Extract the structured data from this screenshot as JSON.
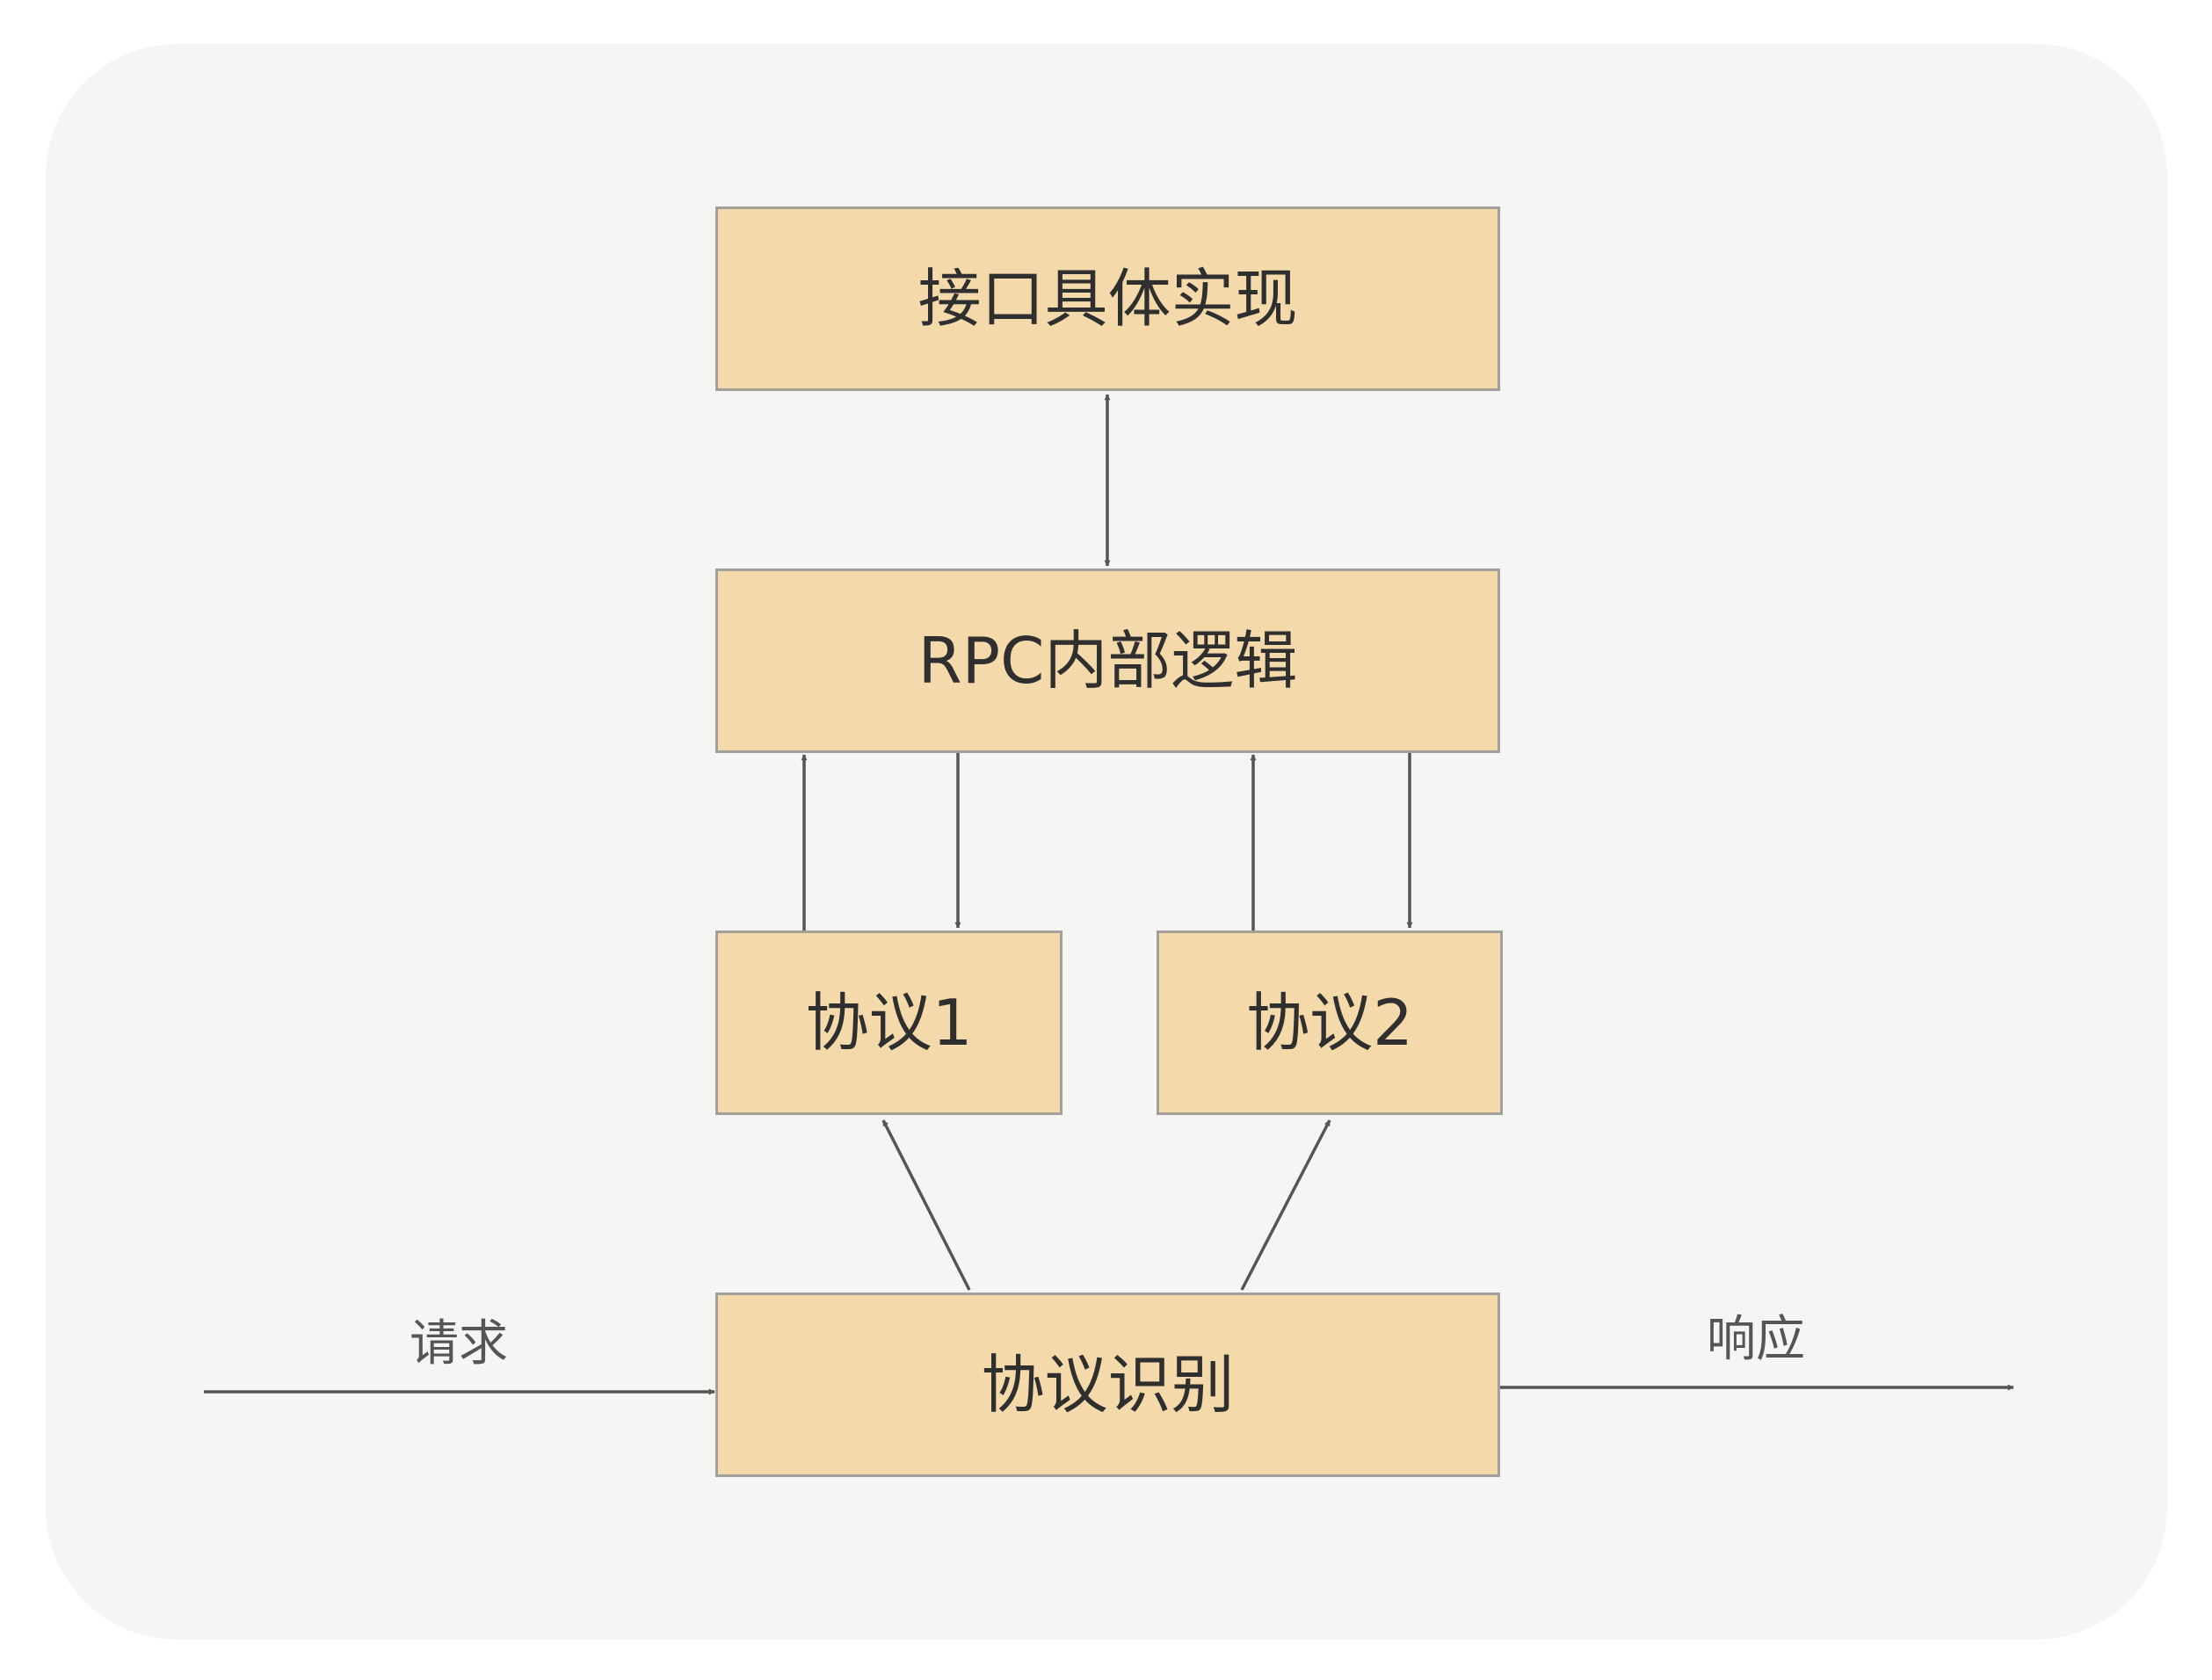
{
  "diagram": {
    "nodes": {
      "impl": "接口具体实现",
      "rpc_logic": "RPC内部逻辑",
      "protocol1": "协议1",
      "protocol2": "协议2",
      "protocol_detect": "协议识别"
    },
    "labels": {
      "request": "请求",
      "response": "响应"
    },
    "edges": [
      {
        "from": "impl",
        "to": "rpc_logic",
        "bidirectional": true
      },
      {
        "from": "protocol1",
        "to": "rpc_logic"
      },
      {
        "from": "rpc_logic",
        "to": "protocol1"
      },
      {
        "from": "protocol2",
        "to": "rpc_logic"
      },
      {
        "from": "rpc_logic",
        "to": "protocol2"
      },
      {
        "from": "protocol_detect",
        "to": "protocol1"
      },
      {
        "from": "protocol_detect",
        "to": "protocol2"
      },
      {
        "from": "external",
        "to": "protocol_detect",
        "label": "请求"
      },
      {
        "from": "protocol_detect",
        "to": "external",
        "label": "响应"
      }
    ],
    "colors": {
      "box_fill": "#f4d9aa",
      "box_border": "#a3a09b",
      "arrow": "#555555",
      "background": "#f5f5f4"
    }
  }
}
